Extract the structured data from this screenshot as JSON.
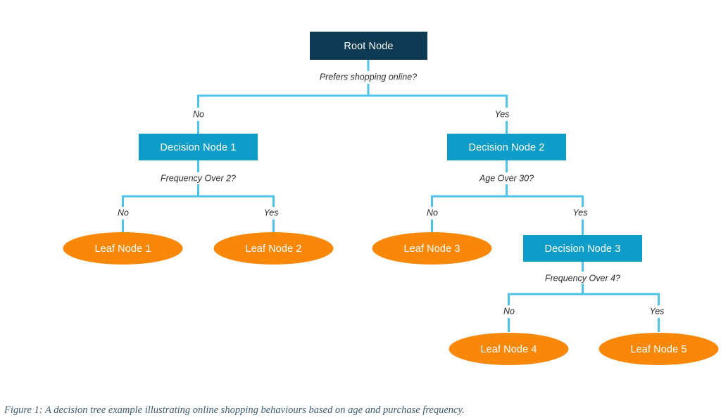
{
  "figure": {
    "caption": "Figure 1: A decision tree example illustrating online shopping behaviours based on age and purchase frequency."
  },
  "colors": {
    "root_fill": "#0b3a52",
    "decision_fill": "#0d9dc8",
    "leaf_fill": "#f98708",
    "connector": "#4fc3ea",
    "node_text": "#ffffff",
    "edge_label_text": "#2b2b2b",
    "caption_text": "#3d5a73",
    "background": "#ffffff"
  },
  "nodes": {
    "root": {
      "label": "Root Node",
      "type": "root"
    },
    "decision_1": {
      "label": "Decision Node 1",
      "type": "decision"
    },
    "decision_2": {
      "label": "Decision Node 2",
      "type": "decision"
    },
    "decision_3": {
      "label": "Decision Node 3",
      "type": "decision"
    },
    "leaf_1": {
      "label": "Leaf Node 1",
      "type": "leaf"
    },
    "leaf_2": {
      "label": "Leaf Node 2",
      "type": "leaf"
    },
    "leaf_3": {
      "label": "Leaf Node 3",
      "type": "leaf"
    },
    "leaf_4": {
      "label": "Leaf Node 4",
      "type": "leaf"
    },
    "leaf_5": {
      "label": "Leaf Node 5",
      "type": "leaf"
    }
  },
  "questions": {
    "root": "Prefers shopping online?",
    "decision_1": "Frequency Over 2?",
    "decision_2": "Age Over 30?",
    "decision_3": "Frequency Over 4?"
  },
  "branch_labels": {
    "root_no": "No",
    "root_yes": "Yes",
    "d1_no": "No",
    "d1_yes": "Yes",
    "d2_no": "No",
    "d2_yes": "Yes",
    "d3_no": "No",
    "d3_yes": "Yes"
  },
  "chart_data": {
    "type": "diagram",
    "title": "Decision tree for online shopping behaviour",
    "tree": {
      "name": "Root Node",
      "question": "Prefers shopping online?",
      "children": [
        {
          "edge": "No",
          "name": "Decision Node 1",
          "question": "Frequency Over 2?",
          "children": [
            {
              "edge": "No",
              "name": "Leaf Node 1"
            },
            {
              "edge": "Yes",
              "name": "Leaf Node 2"
            }
          ]
        },
        {
          "edge": "Yes",
          "name": "Decision Node 2",
          "question": "Age Over 30?",
          "children": [
            {
              "edge": "No",
              "name": "Leaf Node 3"
            },
            {
              "edge": "Yes",
              "name": "Decision Node 3",
              "question": "Frequency Over 4?",
              "children": [
                {
                  "edge": "No",
                  "name": "Leaf Node 4"
                },
                {
                  "edge": "Yes",
                  "name": "Leaf Node 5"
                }
              ]
            }
          ]
        }
      ]
    }
  }
}
